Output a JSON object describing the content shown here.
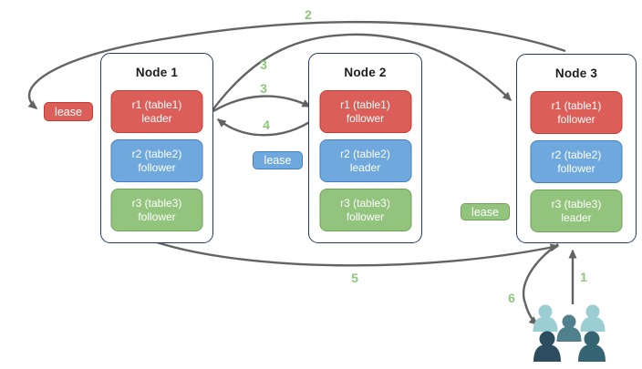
{
  "diagram": {
    "nodes": [
      {
        "title": "Node 1",
        "replicas": [
          {
            "label": "r1 (table1)",
            "role": "leader",
            "color": "red"
          },
          {
            "label": "r2 (table2)",
            "role": "follower",
            "color": "blue"
          },
          {
            "label": "r3 (table3)",
            "role": "follower",
            "color": "green"
          }
        ]
      },
      {
        "title": "Node 2",
        "replicas": [
          {
            "label": "r1 (table1)",
            "role": "follower",
            "color": "red"
          },
          {
            "label": "r2 (table2)",
            "role": "leader",
            "color": "blue"
          },
          {
            "label": "r3 (table3)",
            "role": "follower",
            "color": "green"
          }
        ]
      },
      {
        "title": "Node 3",
        "replicas": [
          {
            "label": "r1 (table1)",
            "role": "follower",
            "color": "red"
          },
          {
            "label": "r2 (table2)",
            "role": "follower",
            "color": "blue"
          },
          {
            "label": "r3 (table3)",
            "role": "leader",
            "color": "green"
          }
        ]
      }
    ],
    "leases": [
      {
        "label": "lease",
        "color": "red"
      },
      {
        "label": "lease",
        "color": "blue"
      },
      {
        "label": "lease",
        "color": "green"
      }
    ],
    "steps": [
      {
        "text": "1"
      },
      {
        "text": "2"
      },
      {
        "text": "3"
      },
      {
        "text": "3"
      },
      {
        "text": "4"
      },
      {
        "text": "5"
      },
      {
        "text": "6"
      }
    ],
    "icons": {
      "users": "users-icon"
    },
    "colors": {
      "replica_red": "#DB5E59",
      "replica_red_border": "#C53B33",
      "replica_blue": "#6FA8DC",
      "replica_blue_border": "#4381C1",
      "replica_green": "#93C47D",
      "replica_green_border": "#6FA356",
      "node_border": "#233A63",
      "arrow": "#636363",
      "step_label": "#8CC97A",
      "users_light_teal": "#9BCED3",
      "users_medium_teal": "#51808D",
      "users_dark_navy": "#2B4D5F",
      "users_dark_teal": "#356573"
    }
  }
}
